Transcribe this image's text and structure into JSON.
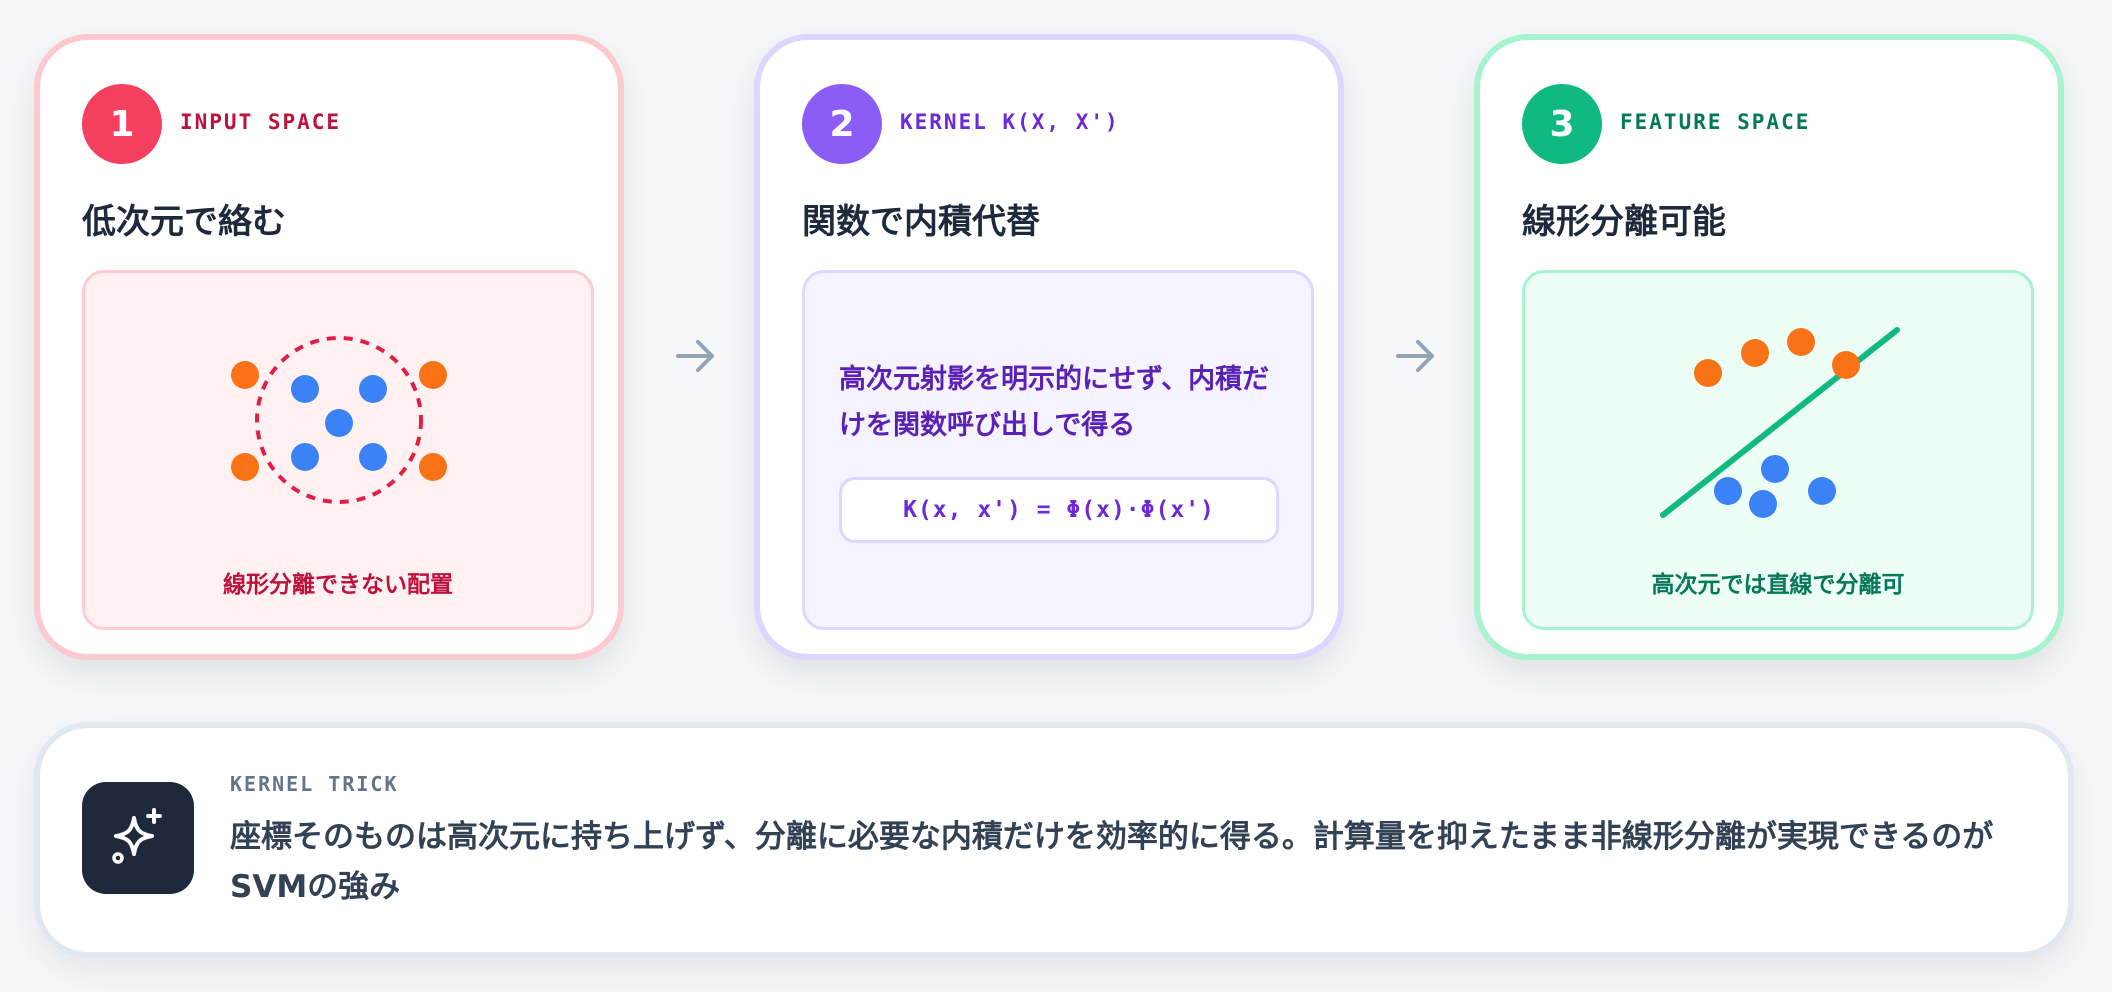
{
  "steps": [
    {
      "number": "1",
      "label": "INPUT SPACE",
      "title": "低次元で絡む",
      "caption": "線形分離できない配置"
    },
    {
      "number": "2",
      "label": "KERNEL K(X, X')",
      "title": "関数で内積代替",
      "description": "高次元射影を明示的にせず、内積だけを関数呼び出しで得る",
      "formula": "K(x, x') = Φ(x)·Φ(x')"
    },
    {
      "number": "3",
      "label": "FEATURE SPACE",
      "title": "線形分離可能",
      "caption": "高次元では直線で分離可"
    }
  ],
  "summary": {
    "label": "KERNEL TRICK",
    "text": "座標そのものは高次元に持ち上げず、分離に必要な内積だけを効率的に得る。計算量を抑えたまま非線形分離が実現できるのがSVMの強み"
  },
  "colors": {
    "class_a": "#f97316",
    "class_b": "#3b82f6",
    "boundary_circle": "#e11d48",
    "separator_line": "#10b981"
  },
  "icons": [
    "arrow-right-icon",
    "sparkles-icon"
  ]
}
